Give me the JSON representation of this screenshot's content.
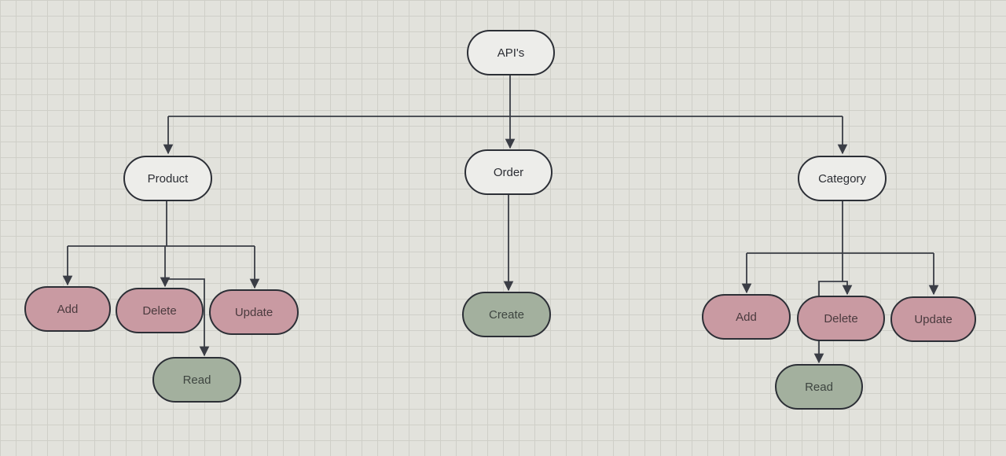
{
  "colors": {
    "line": "#3a3d45",
    "node_border": "#2c2f36",
    "plain_fill": "#ededea",
    "pink_fill": "#c99aa2",
    "green_fill": "#a3b09e"
  },
  "diagram": {
    "root": {
      "label": "API's"
    },
    "product": {
      "label": "Product",
      "add": "Add",
      "delete": "Delete",
      "update": "Update",
      "read": "Read"
    },
    "order": {
      "label": "Order",
      "create": "Create"
    },
    "category": {
      "label": "Category",
      "add": "Add",
      "delete": "Delete",
      "update": "Update",
      "read": "Read"
    }
  }
}
